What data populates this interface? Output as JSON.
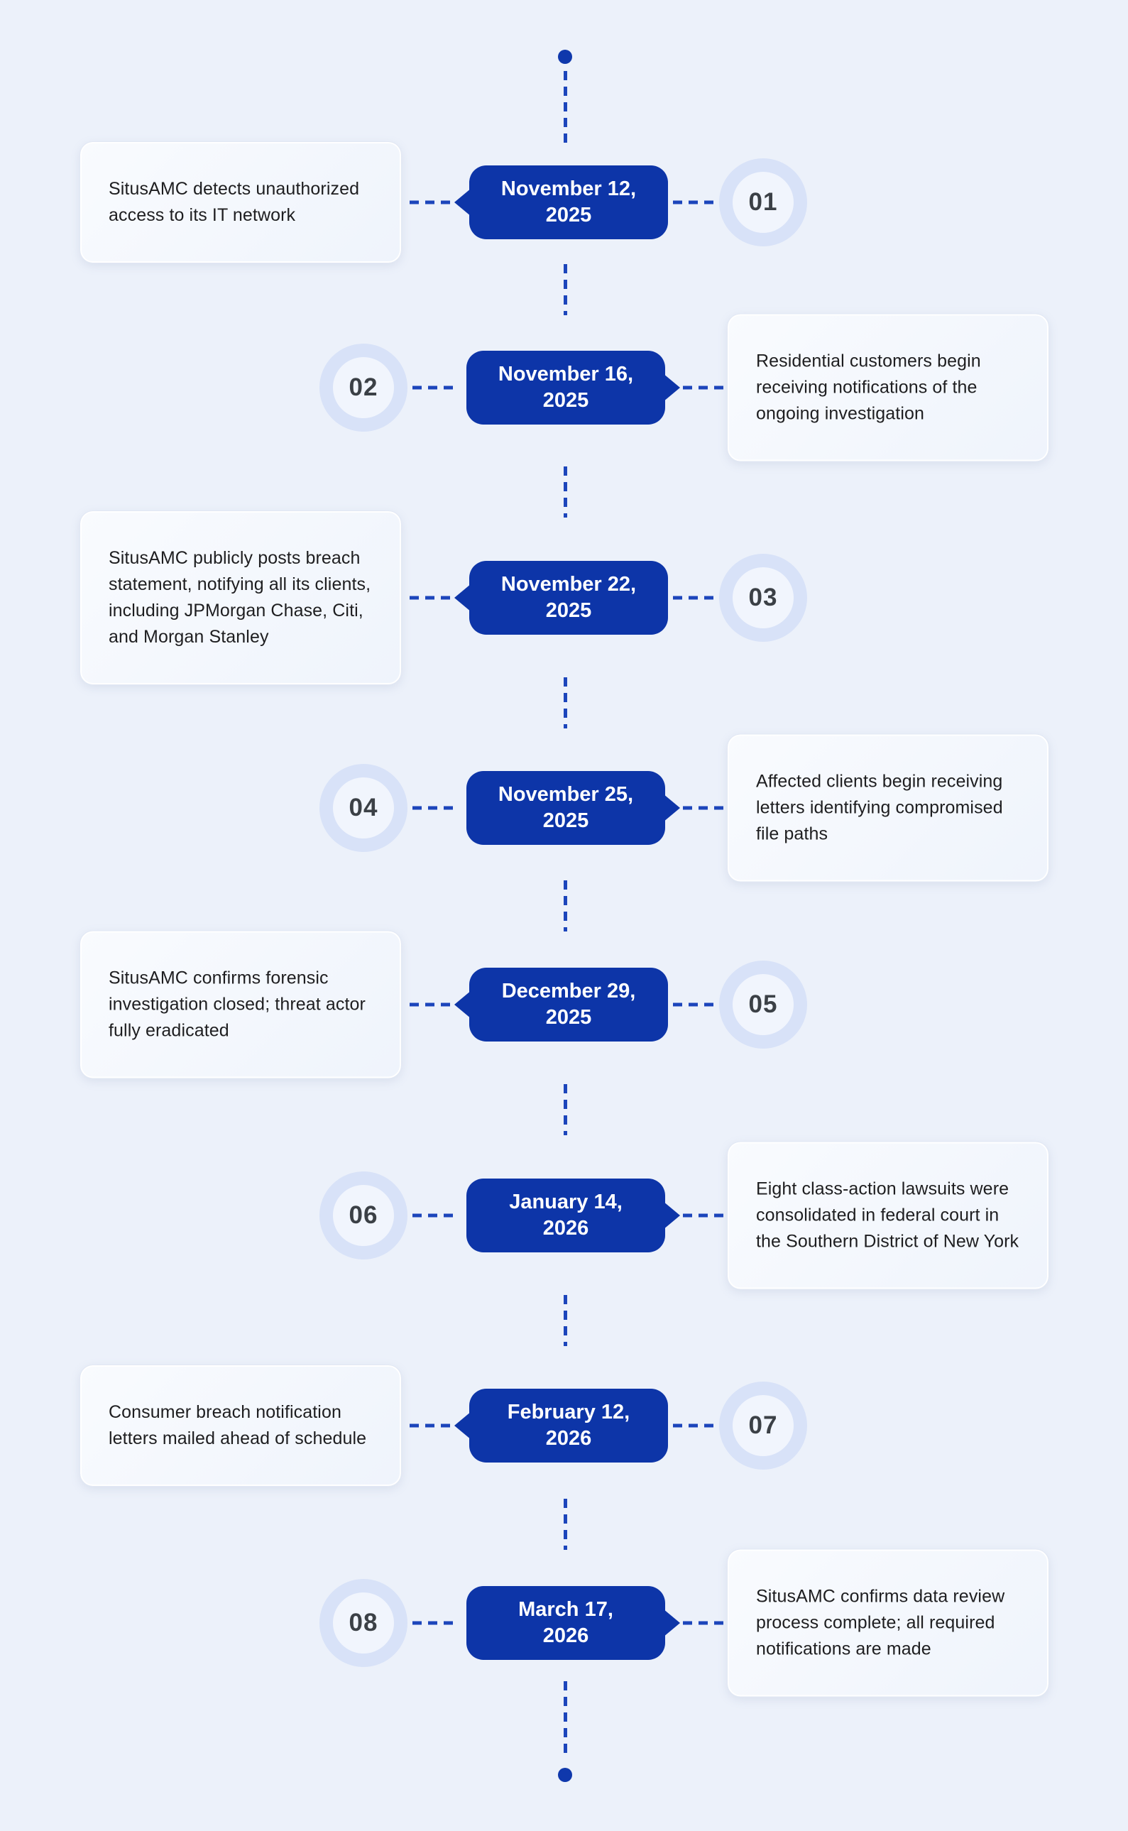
{
  "page": {
    "background_color": "#ECF1FA",
    "pill_color": "#0D35A8",
    "dash_color": "#1C45BB",
    "badge_ring_color": "#D8E2F8",
    "card_text_color": "#1E1E20"
  },
  "timeline": {
    "events": [
      {
        "number": "01",
        "date": "November 12,\n2025",
        "description": "SitusAMC detects unauthorized access to its IT network",
        "side": "left"
      },
      {
        "number": "02",
        "date": "November 16,\n2025",
        "description": "Residential customers begin receiving notifications of the ongoing investigation",
        "side": "right"
      },
      {
        "number": "03",
        "date": "November 22,\n2025",
        "description": "SitusAMC publicly posts breach statement, notifying all its clients, including JPMorgan Chase, Citi, and Morgan Stanley",
        "side": "left"
      },
      {
        "number": "04",
        "date": "November 25,\n2025",
        "description": "Affected clients begin receiving letters identifying compromised file paths",
        "side": "right"
      },
      {
        "number": "05",
        "date": "December 29,\n2025",
        "description": "SitusAMC confirms forensic investigation closed; threat actor fully eradicated",
        "side": "left"
      },
      {
        "number": "06",
        "date": "January 14,\n2026",
        "description": "Eight class-action lawsuits were consolidated in federal court in the Southern District of New York",
        "side": "right"
      },
      {
        "number": "07",
        "date": "February 12,\n2026",
        "description": "Consumer breach notification letters mailed ahead of schedule",
        "side": "left"
      },
      {
        "number": "08",
        "date": "March 17,\n2026",
        "description": "SitusAMC confirms data review process complete; all required notifications are made",
        "side": "right"
      }
    ]
  }
}
